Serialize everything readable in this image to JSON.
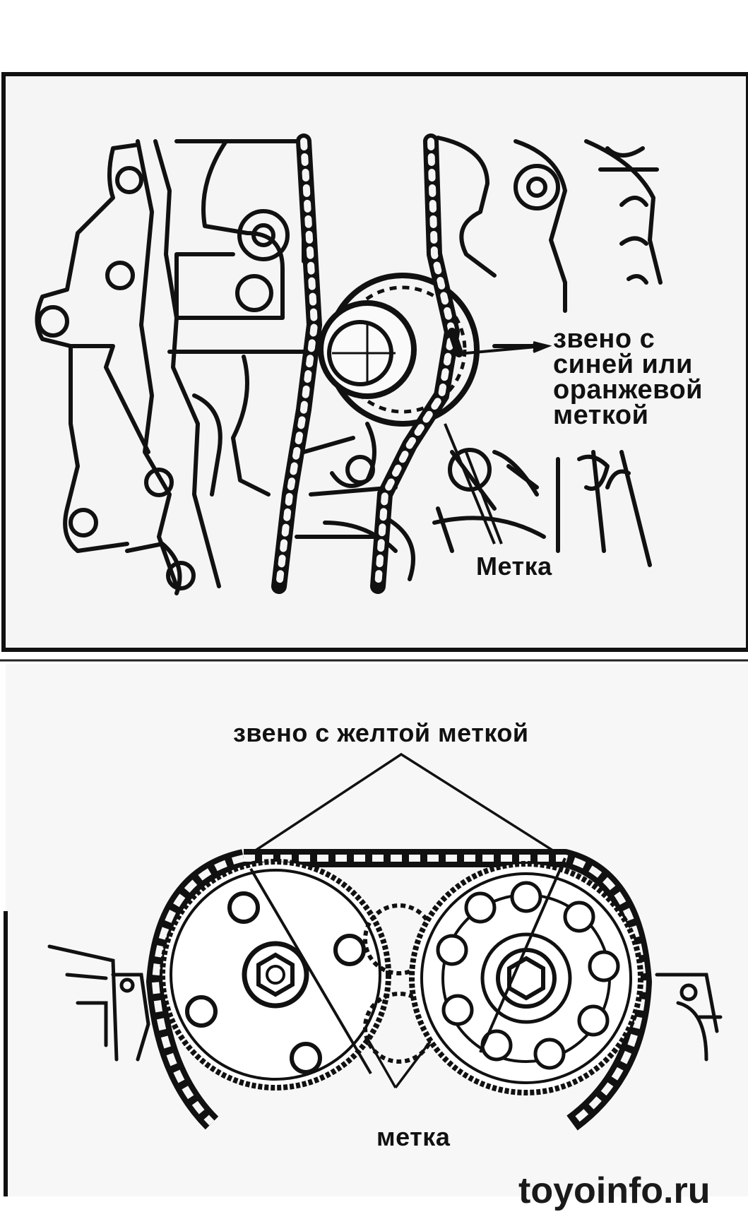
{
  "top_panel": {
    "label_blue_or_orange_link": [
      "звено с",
      "синей или",
      "оранжевой",
      "меткой"
    ],
    "label_mark": "Метка"
  },
  "bottom_panel": {
    "label_yellow_link": "звено с желтой меткой",
    "label_mark": "метка"
  },
  "watermark": "toyoinfo.ru",
  "colors": {
    "ink": "#111111",
    "paper": "#ffffff",
    "panel_bg": "#f4f4f4"
  }
}
